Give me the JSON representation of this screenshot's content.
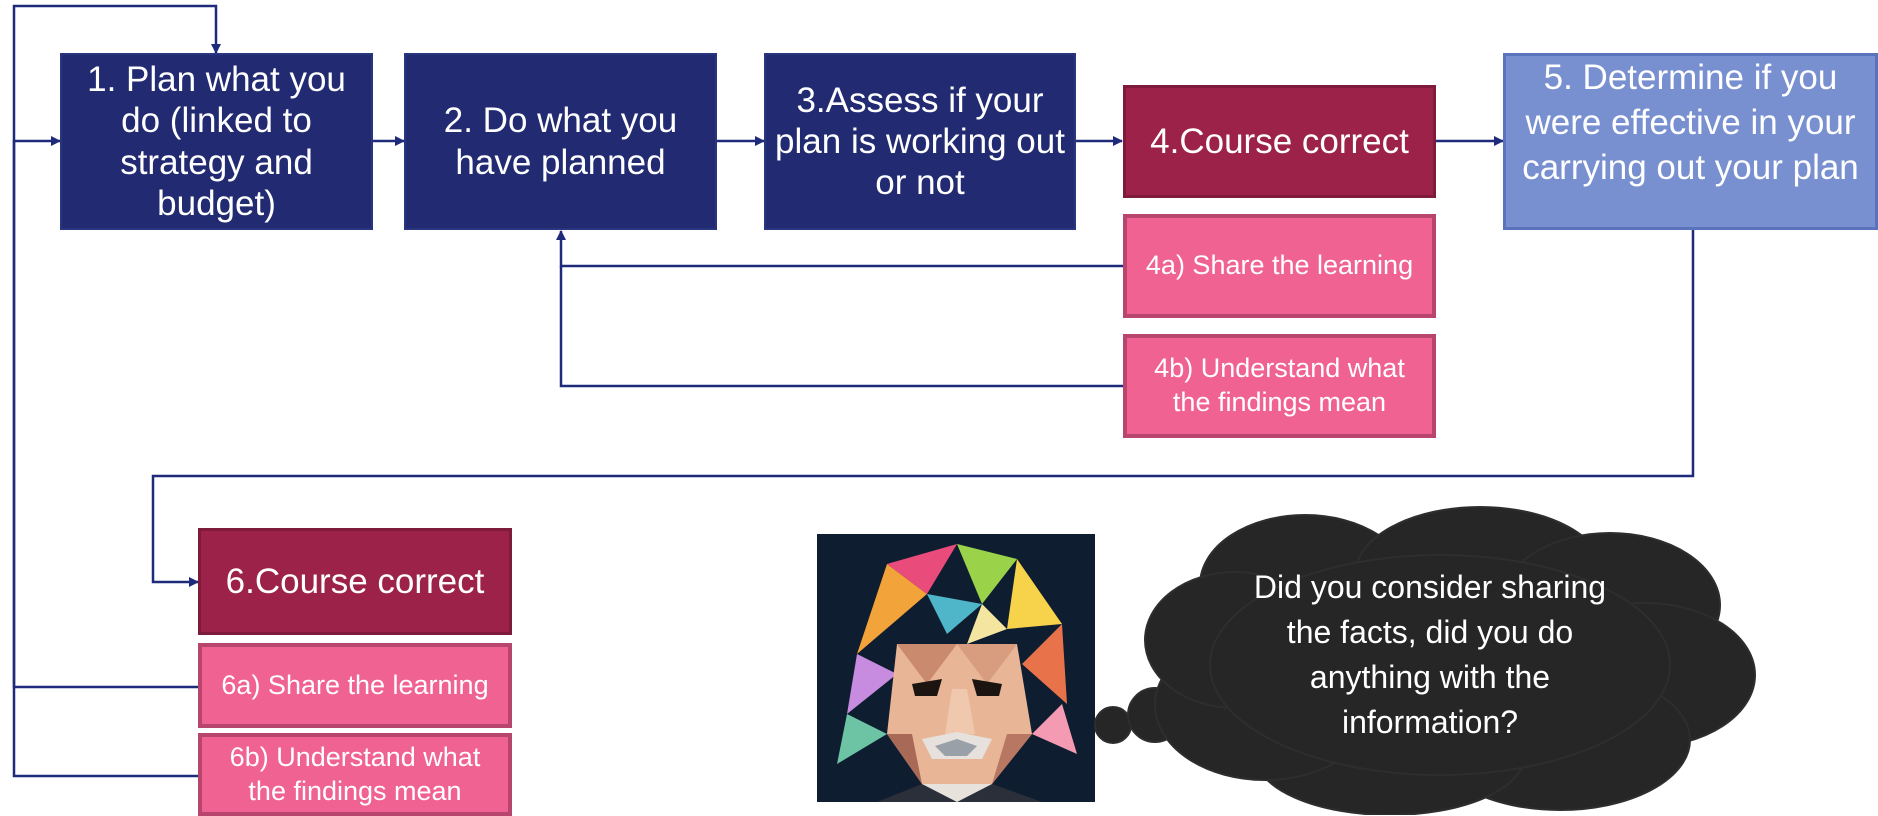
{
  "steps": {
    "plan": "1. Plan what you do (linked to strategy and budget)",
    "do": "2. Do what you have planned",
    "assess": "3.Assess if your plan is working out or not",
    "course_correct_4": "4.Course correct",
    "share_4a": "4a) Share the learning",
    "understand_4b": "4b) Understand what the findings mean",
    "determine": "5. Determine if you were effective in your carrying out your plan",
    "course_correct_6": "6.Course correct",
    "share_6a": "6a) Share the learning",
    "understand_6b": "6b) Understand what the findings mean"
  },
  "thought_bubble": "Did you consider sharing the facts, did you do anything with the information?",
  "colors": {
    "navy": "#222b72",
    "wine": "#9c2249",
    "pink": "#f06292",
    "light_blue": "#7890d0",
    "connector": "#1f2a7a",
    "cloud": "#262626"
  },
  "icons": {
    "portrait": "einstein-pop-art-portrait",
    "arrowhead": "triangle-arrowhead"
  }
}
